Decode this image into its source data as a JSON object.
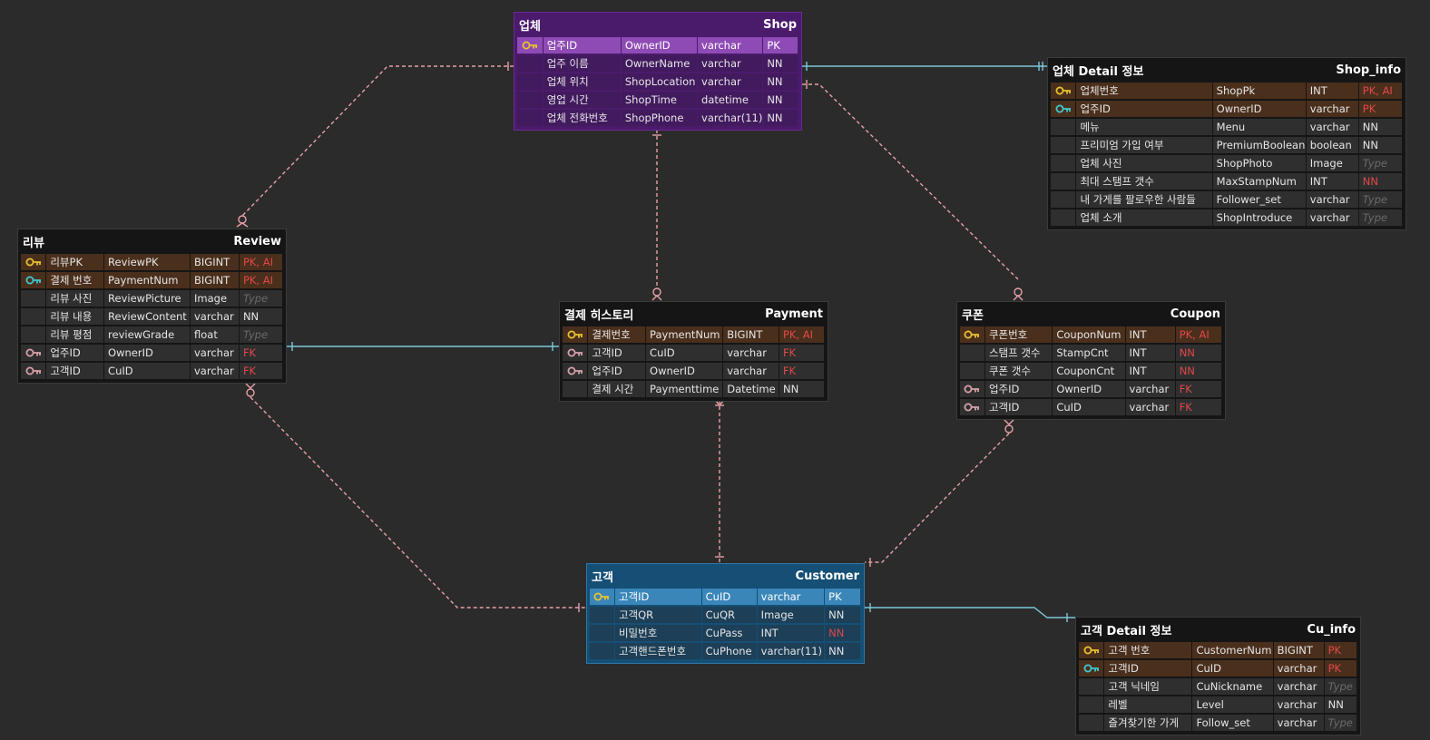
{
  "colors": {
    "background": "#2b2b2b",
    "shop_header": "#4b1b6b",
    "customer_header": "#154f76",
    "default_header": "#151515",
    "pk_row": "#4a2f1c",
    "constraint_red": "#e04848",
    "line_pink": "#e8a0a8",
    "line_cyan": "#7cc8da",
    "key_gold": "#e8c230",
    "key_cyan": "#3fc8d0",
    "key_pink": "#d8a0a8"
  },
  "entities": {
    "shop": {
      "title_kr": "업체",
      "title_en": "Shop",
      "rows": [
        {
          "key": "pk-gold",
          "kr": "업주ID",
          "en": "OwnerID",
          "type": "varchar",
          "cons": "PK",
          "cons_style": "red"
        },
        {
          "key": "none",
          "kr": "업주 이름",
          "en": "OwnerName",
          "type": "varchar",
          "cons": "NN",
          "cons_style": "normal"
        },
        {
          "key": "none",
          "kr": "업체 위치",
          "en": "ShopLocation",
          "type": "varchar",
          "cons": "NN",
          "cons_style": "normal"
        },
        {
          "key": "none",
          "kr": "영업 시간",
          "en": "ShopTime",
          "type": "datetime",
          "cons": "NN",
          "cons_style": "normal"
        },
        {
          "key": "none",
          "kr": "업체 전화번호",
          "en": "ShopPhone",
          "type": "varchar(11)",
          "cons": "NN",
          "cons_style": "normal"
        }
      ]
    },
    "shop_info": {
      "title_kr": "업체 Detail 정보",
      "title_en": "Shop_info",
      "rows": [
        {
          "key": "pk-gold",
          "kr": "업체번호",
          "en": "ShopPk",
          "type": "INT",
          "cons": "PK, AI",
          "cons_style": "red"
        },
        {
          "key": "pk-cyan",
          "kr": "업주ID",
          "en": "OwnerID",
          "type": "varchar",
          "cons": "PK",
          "cons_style": "red"
        },
        {
          "key": "none",
          "kr": "메뉴",
          "en": "Menu",
          "type": "varchar",
          "cons": "NN",
          "cons_style": "normal"
        },
        {
          "key": "none",
          "kr": "프리미엄 가입 여부",
          "en": "PremiumBoolean",
          "type": "boolean",
          "cons": "NN",
          "cons_style": "normal"
        },
        {
          "key": "none",
          "kr": "업체 사진",
          "en": "ShopPhoto",
          "type": "Image",
          "cons": "Type",
          "cons_style": "ph"
        },
        {
          "key": "none",
          "kr": "최대 스탬프 갯수",
          "en": "MaxStampNum",
          "type": "INT",
          "cons": "NN",
          "cons_style": "red"
        },
        {
          "key": "none",
          "kr": "내 가게를 팔로우한 사람들",
          "en": "Follower_set",
          "type": "varchar",
          "cons": "Type",
          "cons_style": "ph"
        },
        {
          "key": "none",
          "kr": "업체 소개",
          "en": "ShopIntroduce",
          "type": "varchar",
          "cons": "Type",
          "cons_style": "ph"
        }
      ]
    },
    "review": {
      "title_kr": "리뷰",
      "title_en": "Review",
      "rows": [
        {
          "key": "pk-gold",
          "kr": "리뷰PK",
          "en": "ReviewPK",
          "type": "BIGINT",
          "cons": "PK, AI",
          "cons_style": "red"
        },
        {
          "key": "pk-cyan",
          "kr": "결제 번호",
          "en": "PaymentNum",
          "type": "BIGINT",
          "cons": "PK, AI",
          "cons_style": "red"
        },
        {
          "key": "none",
          "kr": "리뷰 사진",
          "en": "ReviewPicture",
          "type": "Image",
          "cons": "Type",
          "cons_style": "ph"
        },
        {
          "key": "none",
          "kr": "리뷰 내용",
          "en": "ReviewContent",
          "type": "varchar",
          "cons": "NN",
          "cons_style": "normal"
        },
        {
          "key": "none",
          "kr": "리뷰 평점",
          "en": "reviewGrade",
          "type": "float",
          "cons": "Type",
          "cons_style": "ph"
        },
        {
          "key": "fk",
          "kr": "업주ID",
          "en": "OwnerID",
          "type": "varchar",
          "cons": "FK",
          "cons_style": "red"
        },
        {
          "key": "fk",
          "kr": "고객ID",
          "en": "CuID",
          "type": "varchar",
          "cons": "FK",
          "cons_style": "red"
        }
      ]
    },
    "payment": {
      "title_kr": "결제 히스토리",
      "title_en": "Payment",
      "rows": [
        {
          "key": "pk-gold",
          "kr": "결제번호",
          "en": "PaymentNum",
          "type": "BIGINT",
          "cons": "PK, AI",
          "cons_style": "red"
        },
        {
          "key": "fk",
          "kr": "고객ID",
          "en": "CuID",
          "type": "varchar",
          "cons": "FK",
          "cons_style": "red"
        },
        {
          "key": "fk",
          "kr": "업주ID",
          "en": "OwnerID",
          "type": "varchar",
          "cons": "FK",
          "cons_style": "red"
        },
        {
          "key": "none",
          "kr": "결제 시간",
          "en": "Paymenttime",
          "type": "Datetime",
          "cons": "NN",
          "cons_style": "normal"
        }
      ]
    },
    "coupon": {
      "title_kr": "쿠폰",
      "title_en": "Coupon",
      "rows": [
        {
          "key": "pk-gold",
          "kr": "쿠폰번호",
          "en": "CouponNum",
          "type": "INT",
          "cons": "PK, AI",
          "cons_style": "red"
        },
        {
          "key": "none",
          "kr": "스탬프 갯수",
          "en": "StampCnt",
          "type": "INT",
          "cons": "NN",
          "cons_style": "red"
        },
        {
          "key": "none",
          "kr": "쿠폰 갯수",
          "en": "CouponCnt",
          "type": "INT",
          "cons": "NN",
          "cons_style": "red"
        },
        {
          "key": "fk",
          "kr": "업주ID",
          "en": "OwnerID",
          "type": "varchar",
          "cons": "FK",
          "cons_style": "red"
        },
        {
          "key": "fk",
          "kr": "고객ID",
          "en": "CuID",
          "type": "varchar",
          "cons": "FK",
          "cons_style": "red"
        }
      ]
    },
    "customer": {
      "title_kr": "고객",
      "title_en": "Customer",
      "rows": [
        {
          "key": "pk-gold",
          "kr": "고객ID",
          "en": "CuID",
          "type": "varchar",
          "cons": "PK",
          "cons_style": "red"
        },
        {
          "key": "none",
          "kr": "고객QR",
          "en": "CuQR",
          "type": "Image",
          "cons": "NN",
          "cons_style": "normal"
        },
        {
          "key": "none",
          "kr": "비밀번호",
          "en": "CuPass",
          "type": "INT",
          "cons": "NN",
          "cons_style": "red"
        },
        {
          "key": "none",
          "kr": "고객핸드폰번호",
          "en": "CuPhone",
          "type": "varchar(11)",
          "cons": "NN",
          "cons_style": "normal"
        }
      ]
    },
    "cu_info": {
      "title_kr": "고객 Detail 정보",
      "title_en": "Cu_info",
      "rows": [
        {
          "key": "pk-gold",
          "kr": "고객 번호",
          "en": "CustomerNum",
          "type": "BIGINT",
          "cons": "PK",
          "cons_style": "red"
        },
        {
          "key": "pk-cyan",
          "kr": "고객ID",
          "en": "CuID",
          "type": "varchar",
          "cons": "PK",
          "cons_style": "red"
        },
        {
          "key": "none",
          "kr": "고객 닉네임",
          "en": "CuNickname",
          "type": "varchar",
          "cons": "Type",
          "cons_style": "ph"
        },
        {
          "key": "none",
          "kr": "레벨",
          "en": "Level",
          "type": "varchar",
          "cons": "NN",
          "cons_style": "normal"
        },
        {
          "key": "none",
          "kr": "즐겨찾기한 가게",
          "en": "Follow_set",
          "type": "varchar",
          "cons": "Type",
          "cons_style": "ph"
        }
      ]
    }
  }
}
